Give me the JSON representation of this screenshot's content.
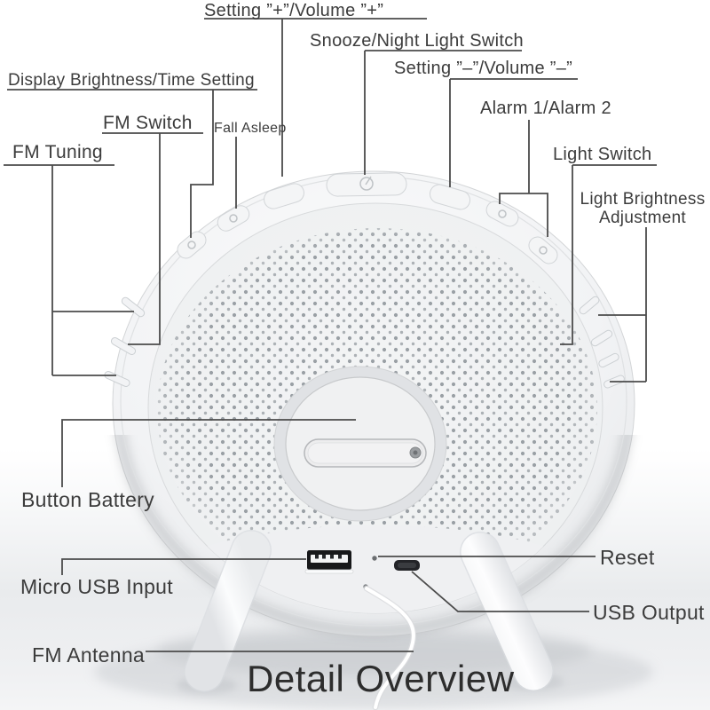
{
  "title": "Detail Overview",
  "labels": {
    "setting_plus": "Setting ”+”/Volume ”+”",
    "snooze": "Snooze/Night Light Switch",
    "setting_minus": "Setting ”–”/Volume ”–”",
    "alarm": "Alarm 1/Alarm 2",
    "light_switch": "Light Switch",
    "light_brightness_line1": "Light Brightness",
    "light_brightness_line2": "Adjustment",
    "display_brightness": "Display Brightness/Time Setting",
    "fm_switch": "FM Switch",
    "fall_asleep": "Fall Asleep",
    "fm_tuning": "FM Tuning",
    "button_battery": "Button Battery",
    "micro_usb": "Micro USB Input",
    "reset": "Reset",
    "usb_output": "USB Output",
    "fm_antenna": "FM Antenna"
  },
  "device_parts": [
    "control-buttons",
    "speaker-grille",
    "battery-cover",
    "usb-a-port",
    "micro-usb-port",
    "reset-hole",
    "fm-antenna-wire",
    "stand-legs"
  ],
  "colors": {
    "leader_line": "#4b4b4b",
    "label_text": "#3c3c3c",
    "title_text": "#2d2d2d",
    "device_body": "#f2f3f5",
    "speaker_dots": "#9aa0a5",
    "port_black": "#17181a",
    "floor_shade": "#e9ebed"
  }
}
